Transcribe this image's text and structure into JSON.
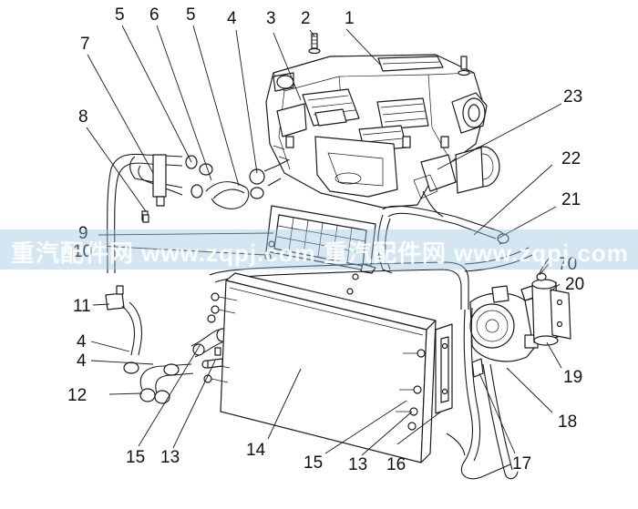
{
  "callouts": [
    {
      "id": "c1",
      "label": "1"
    },
    {
      "id": "c2",
      "label": "2"
    },
    {
      "id": "c3",
      "label": "3"
    },
    {
      "id": "c4a",
      "label": "4"
    },
    {
      "id": "c5a",
      "label": "5"
    },
    {
      "id": "c6",
      "label": "6"
    },
    {
      "id": "c5b",
      "label": "5"
    },
    {
      "id": "c7",
      "label": "7"
    },
    {
      "id": "c8",
      "label": "8"
    },
    {
      "id": "c9",
      "label": "9"
    },
    {
      "id": "c10",
      "label": "10"
    },
    {
      "id": "c11",
      "label": "11"
    },
    {
      "id": "c4b",
      "label": "4"
    },
    {
      "id": "c4c",
      "label": "4"
    },
    {
      "id": "c12",
      "label": "12"
    },
    {
      "id": "c15a",
      "label": "15"
    },
    {
      "id": "c13a",
      "label": "13"
    },
    {
      "id": "c14",
      "label": "14"
    },
    {
      "id": "c15b",
      "label": "15"
    },
    {
      "id": "c13b",
      "label": "13"
    },
    {
      "id": "c16",
      "label": "16"
    },
    {
      "id": "c17",
      "label": "17"
    },
    {
      "id": "c18",
      "label": "18"
    },
    {
      "id": "c19",
      "label": "19"
    },
    {
      "id": "c20",
      "label": "20"
    },
    {
      "id": "c70",
      "label": "70"
    },
    {
      "id": "c21",
      "label": "21"
    },
    {
      "id": "c22",
      "label": "22"
    },
    {
      "id": "c23",
      "label": "23"
    }
  ],
  "watermark": {
    "text": "重汽配件网 www.zqpj.com 重汽配件网 www.zqpj.com"
  }
}
